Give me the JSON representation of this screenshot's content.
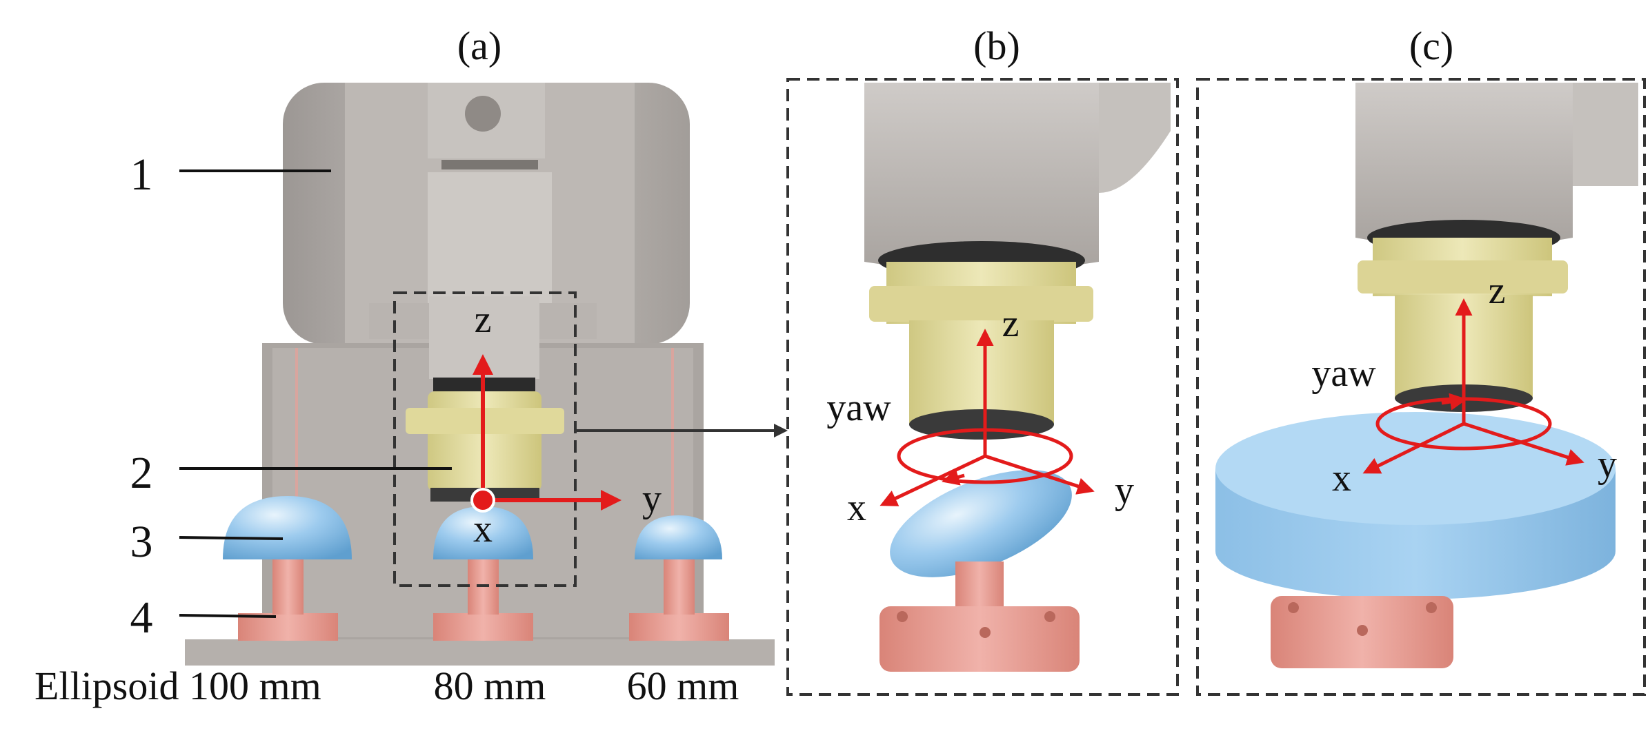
{
  "panels": {
    "a": {
      "label": "(a)"
    },
    "b": {
      "label": "(b)"
    },
    "c": {
      "label": "(c)"
    }
  },
  "callouts": [
    "1",
    "2",
    "3",
    "4"
  ],
  "specimens": {
    "ellipsoid_100": "Ellipsoid 100 mm",
    "ellipsoid_80": "80 mm",
    "ellipsoid_60": "60 mm"
  },
  "axes": {
    "x": "x",
    "y": "y",
    "z": "z",
    "yaw": "yaw"
  },
  "colors": {
    "axis": "#e31b1b",
    "robot_gray": "#b3aeaa",
    "gripper_yellow": "#e6e0a6",
    "mount_pink": "#e79b92",
    "dome_blue": "#8fc3ea",
    "frame_dash": "#333333"
  }
}
